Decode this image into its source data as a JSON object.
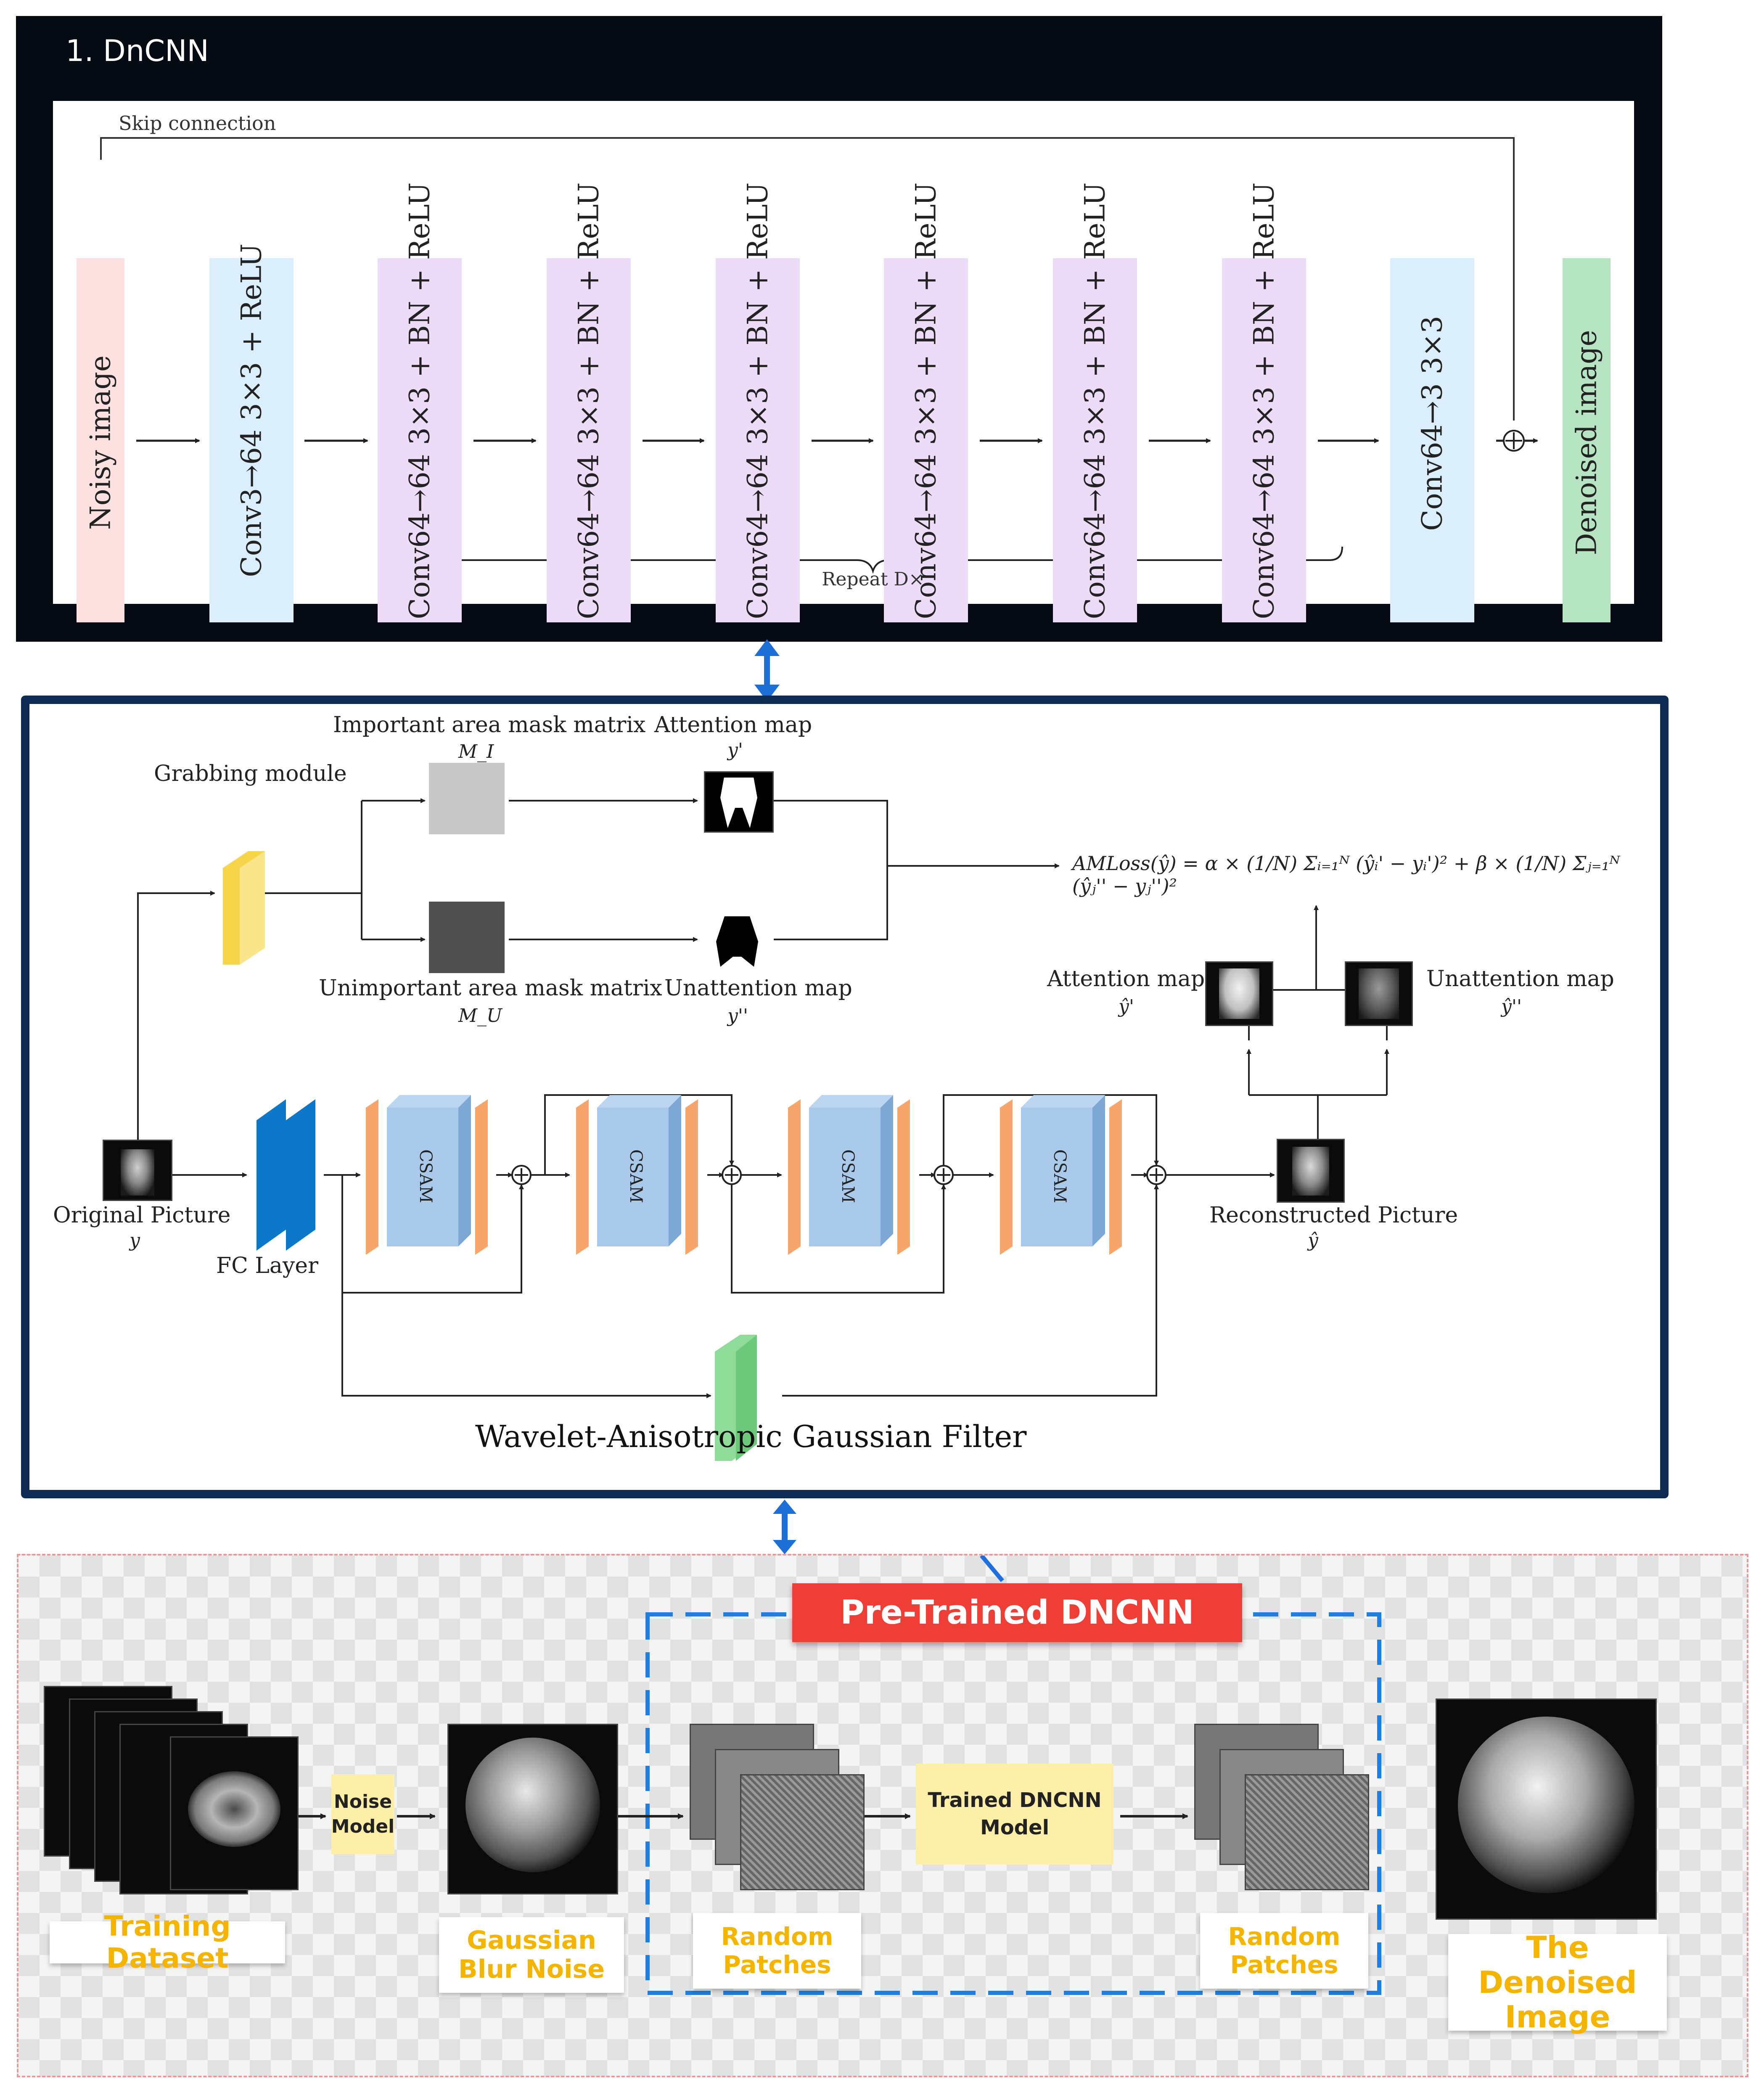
{
  "panel1": {
    "title": "1. DnCNN",
    "skip_connection": "Skip connection",
    "input": "Noisy image",
    "first_conv": "Conv3→64 3×3 + ReLU",
    "mid_conv": "Conv64→64 3×3 + BN + ReLU",
    "last_conv": "Conv64→3 3×3",
    "output": "Denoised image",
    "repeat": "Repeat D×",
    "colors": {
      "input": "#fde0e0",
      "conv": "#dbeefb",
      "mid": "#ecdcf8",
      "output": "#b6e3c1"
    }
  },
  "panel2": {
    "important_mask": "Important area mask matrix",
    "important_mask_sym": "M_I",
    "attention_map_top": "Attention map",
    "attention_map_top_sym": "y'",
    "grabbing_module": "Grabbing module",
    "unimportant_mask": "Unimportant area mask matrix",
    "unimportant_mask_sym": "M_U",
    "unattention_map_top": "Unattention map",
    "unattention_map_top_sym": "y''",
    "loss": "AMLoss(ŷ) = α × (1/N) Σᵢ₌₁ᴺ (ŷᵢ' − yᵢ')² + β × (1/N) Σⱼ₌₁ᴺ (ŷⱼ'' − yⱼ'')²",
    "attention_map_right": "Attention map",
    "attention_map_right_sym": "ŷ'",
    "unattention_map_right": "Unattention map",
    "unattention_map_right_sym": "ŷ''",
    "original_picture": "Original Picture",
    "original_sym": "y",
    "fc_layer": "FC Layer",
    "csam": "CSAM",
    "reconstructed_picture": "Reconstructed Picture",
    "reconstructed_sym": "ŷ",
    "filter_caption": "Wavelet-Anisotropic Gaussian Filter"
  },
  "panel3": {
    "header": "Pre-Trained DNCNN",
    "noise_model": "Noise Model",
    "training_dataset": "Training Dataset",
    "gaussian_blur_noise": "Gaussian Blur Noise",
    "random_patches_1": "Random Patches",
    "trained_model": "Trained DNCNN Model",
    "random_patches_2": "Random Patches",
    "denoised": "The Denoised Image",
    "colors": {
      "header": "#ef3e36",
      "label_text": "#f4b400",
      "dashed": "#1f7fe0"
    }
  }
}
